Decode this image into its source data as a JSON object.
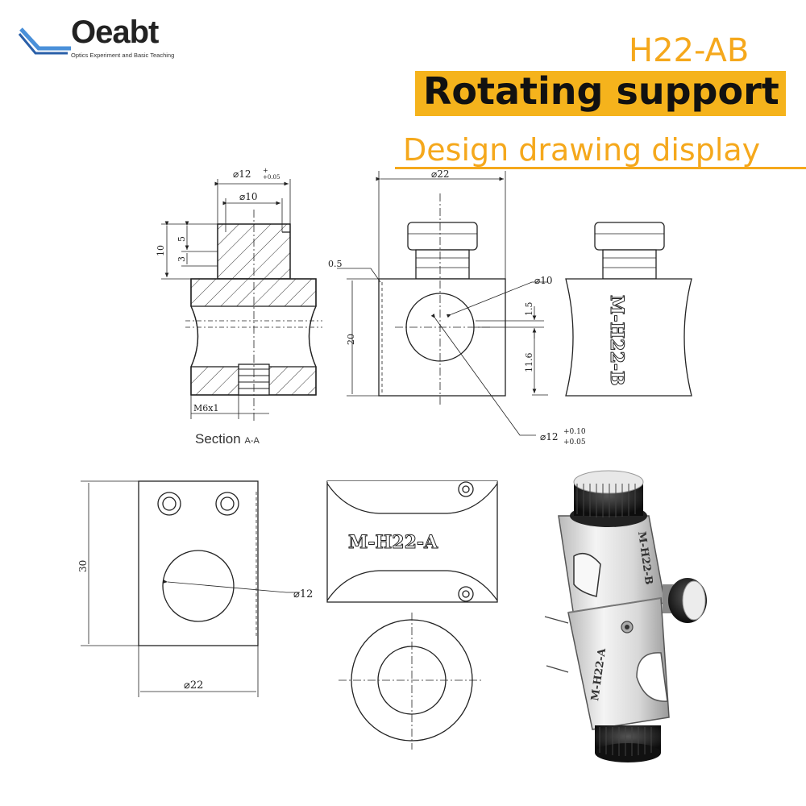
{
  "brand": {
    "name": "Oeabt",
    "tagline": "Optics Experiment and Basic Teaching"
  },
  "header": {
    "model": "H22-AB",
    "title": "Rotating support",
    "subtitle": "Design drawing display"
  },
  "section": {
    "label": "Section",
    "suffix": "A-A"
  },
  "dimensions": {
    "d12_tol": "⌀12",
    "tol_top": "+",
    "tol_bot": "+0.05",
    "d10_top": "⌀10",
    "h10": "10",
    "h5": "5",
    "h3": "3",
    "d22_top": "⌀22",
    "d10_side": "⌀10",
    "gap": "0.5",
    "h20": "20",
    "v15": "1.5",
    "v116": "11.6",
    "bore": "⌀12",
    "bore_tol_top": "+0.10",
    "bore_tol_bot": "+0.05",
    "thread": "M6x1",
    "h30": "30",
    "d12_front": "⌀12",
    "d22_bottom": "⌀22"
  },
  "engravings": {
    "part_a": "M-H22-A",
    "part_b": "M-H22-B"
  },
  "colors": {
    "accent": "#f5b31c",
    "accent_text": "#f5a81c",
    "ink": "#222222"
  }
}
